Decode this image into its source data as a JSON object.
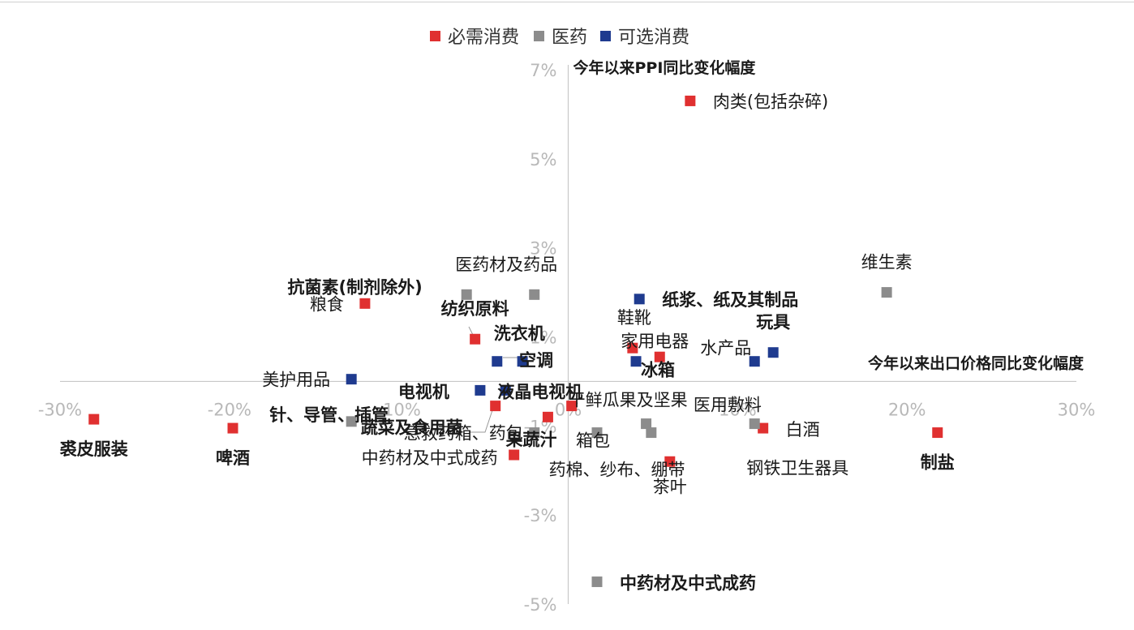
{
  "chart_data": {
    "type": "scatter",
    "legend": {
      "placement": "top-center",
      "items": [
        {
          "name": "必需消费",
          "color": "#e03030"
        },
        {
          "name": "医药",
          "color": "#8c8c8c"
        },
        {
          "name": "可选消费",
          "color": "#1f3b8f"
        }
      ]
    },
    "xlabel": "今年以来出口价格同比变化幅度",
    "ylabel": "今年以来PPI同比变化幅度",
    "xlim": [
      -30,
      30
    ],
    "ylim": [
      -5,
      7
    ],
    "x_ticks": [
      -30,
      -20,
      -10,
      0,
      10,
      20,
      30
    ],
    "y_ticks": [
      -5,
      -3,
      -1,
      1,
      3,
      5,
      7
    ],
    "x_tick_labels": [
      "-30%",
      "-20%",
      "-10%",
      "0%",
      "10%",
      "20%",
      "30%"
    ],
    "y_tick_labels": [
      "-5%",
      "-3%",
      "-1%",
      "1%",
      "3%",
      "5%",
      "7%"
    ],
    "grid": false,
    "points": [
      {
        "series": "必需消费",
        "label": "肉类(包括杂碎)",
        "x": 7.2,
        "y": 6.3,
        "bold": false
      },
      {
        "series": "必需消费",
        "label": "粮食",
        "x": -12.0,
        "y": 1.75,
        "bold": false
      },
      {
        "series": "必需消费",
        "label": "纺织原料",
        "x": -5.5,
        "y": 0.95,
        "bold": true
      },
      {
        "series": "必需消费",
        "label": "鞋靴",
        "x": 3.8,
        "y": 0.75,
        "bold": false
      },
      {
        "series": "必需消费",
        "label": "家用电器",
        "x": 5.4,
        "y": 0.55,
        "bold": false
      },
      {
        "series": "必需消费",
        "label": "干鲜瓜果及坚果",
        "x": 0.2,
        "y": -0.55,
        "bold": false
      },
      {
        "series": "必需消费",
        "label": "蔬菜及食用菌",
        "x": -4.3,
        "y": -0.55,
        "bold": true
      },
      {
        "series": "必需消费",
        "label": "果蔬汁",
        "x": -1.2,
        "y": -0.8,
        "bold": true
      },
      {
        "series": "必需消费",
        "label": "茶叶",
        "x": 6.0,
        "y": -1.8,
        "bold": false
      },
      {
        "series": "必需消费",
        "label": "白酒",
        "x": 11.5,
        "y": -1.05,
        "bold": false
      },
      {
        "series": "必需消费",
        "label": "制盐",
        "x": 21.8,
        "y": -1.15,
        "bold": true
      },
      {
        "series": "必需消费",
        "label": "啤酒",
        "x": -19.8,
        "y": -1.05,
        "bold": true
      },
      {
        "series": "必需消费",
        "label": "裘皮服装",
        "x": -28.0,
        "y": -0.85,
        "bold": true
      },
      {
        "series": "必需消费",
        "label": "中药材及中式成药",
        "x": -3.2,
        "y": -1.65,
        "bold": false
      },
      {
        "series": "医药",
        "label": "医药材及药品",
        "x": -6.0,
        "y": 1.95,
        "bold": false
      },
      {
        "series": "医药",
        "label": "抗菌素(制剂除外)",
        "x": -2.0,
        "y": 1.95,
        "bold": true
      },
      {
        "series": "医药",
        "label": "维生素",
        "x": 18.8,
        "y": 2.0,
        "bold": false
      },
      {
        "series": "医药",
        "label": "针、导管、插管",
        "x": -12.8,
        "y": -0.9,
        "bold": true
      },
      {
        "series": "医药",
        "label": "急救药箱、药包",
        "x": -2.0,
        "y": -1.15,
        "bold": false
      },
      {
        "series": "医药",
        "label": "箱包",
        "x": 1.7,
        "y": -1.15,
        "bold": false
      },
      {
        "series": "医药",
        "label": "药棉、纱布、绷带",
        "x": 4.6,
        "y": -0.95,
        "bold": false
      },
      {
        "series": "医药",
        "label": "医用敷料",
        "x": 4.9,
        "y": -1.15,
        "bold": false
      },
      {
        "series": "医药",
        "label": "钢铁卫生器具",
        "x": 11.0,
        "y": -0.95,
        "bold": false
      },
      {
        "series": "医药",
        "label": "中药材及中式成药",
        "x": 1.7,
        "y": -4.5,
        "bold": true
      },
      {
        "series": "可选消费",
        "label": "纸浆、纸及其制品",
        "x": 4.2,
        "y": 1.85,
        "bold": true
      },
      {
        "series": "可选消费",
        "label": "玩具",
        "x": 12.1,
        "y": 0.65,
        "bold": true
      },
      {
        "series": "可选消费",
        "label": "水产品",
        "x": 11.0,
        "y": 0.45,
        "bold": false
      },
      {
        "series": "可选消费",
        "label": "冰箱",
        "x": 4.0,
        "y": 0.45,
        "bold": true
      },
      {
        "series": "可选消费",
        "label": "洗衣机",
        "x": -4.2,
        "y": 0.45,
        "bold": true
      },
      {
        "series": "可选消费",
        "label": "空调",
        "x": -2.7,
        "y": 0.45,
        "bold": true
      },
      {
        "series": "可选消费",
        "label": "美护用品",
        "x": -12.8,
        "y": 0.05,
        "bold": false
      },
      {
        "series": "可选消费",
        "label": "电视机",
        "x": -5.2,
        "y": -0.2,
        "bold": true
      },
      {
        "series": "可选消费",
        "label": "液晶电视机",
        "x": -3.7,
        "y": -0.2,
        "bold": true
      }
    ]
  }
}
